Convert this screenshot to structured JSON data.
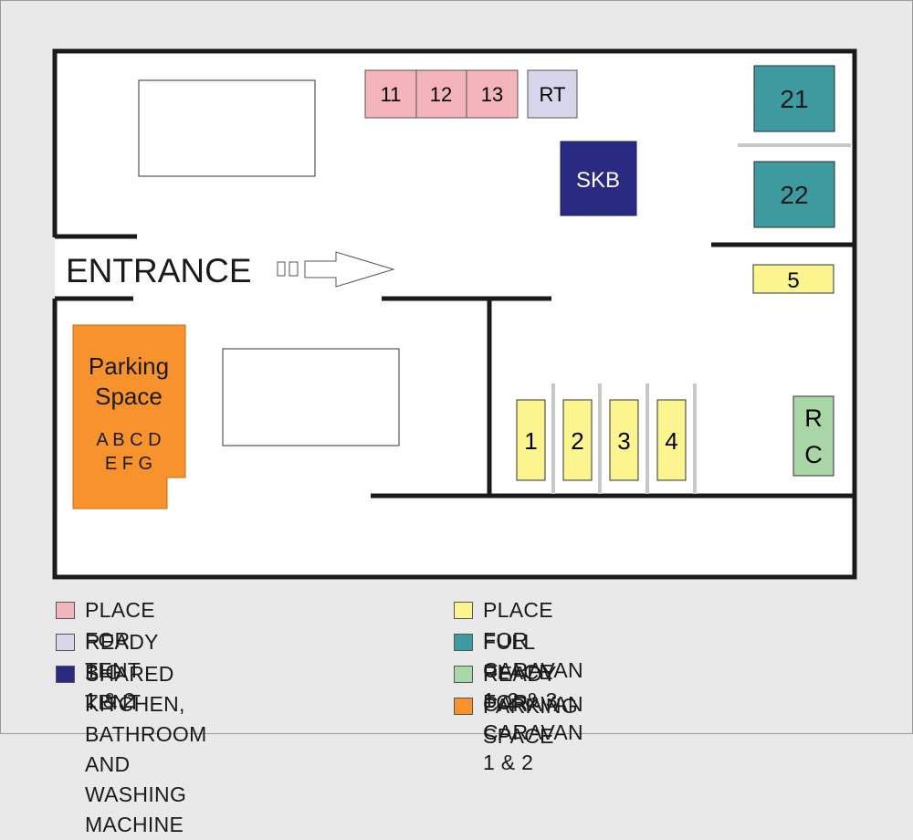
{
  "colors": {
    "tent": "#f4b4bc",
    "big_tent": "#d7d5ea",
    "skb": "#2b2a82",
    "caravan": "#fcf48f",
    "full_caravan": "#3d9ba0",
    "ready_caravan": "#a9d6a7",
    "parking": "#f7922d",
    "frame": "#1a1a1a",
    "divider": "#c7c7c7",
    "background": "#e8e9e8",
    "inner": "#ffffff"
  },
  "entrance": {
    "label": "ENTRANCE",
    "arrow_icon": "arrow-right-icon"
  },
  "parking": {
    "title_line1": "Parking",
    "title_line2": "Space",
    "codes_line1": "A B C D",
    "codes_line2": "E F G"
  },
  "tents": [
    "11",
    "12",
    "13"
  ],
  "big_tent": "RT",
  "skb": "SKB",
  "full_caravans": [
    "21",
    "22"
  ],
  "caravan_5": "5",
  "caravans": [
    "1",
    "2",
    "3",
    "4"
  ],
  "ready_caravan": {
    "line1": "R",
    "line2": "C"
  },
  "legend": {
    "tent": "PLACE FOR TENT 1 & 2",
    "big_tent": "READY BIG TENT",
    "skb": "SHARED KITCHEN, BATHROOM\nAND WASHING MACHINE",
    "caravan": "PLACE FOR CARAVAN 1, 2 & 3",
    "full_caravan": "FULL PLACE FOR CARAVAN 1 & 2",
    "ready_caravan": "READY CARAVAN",
    "parking": "PARKING SPACE"
  }
}
